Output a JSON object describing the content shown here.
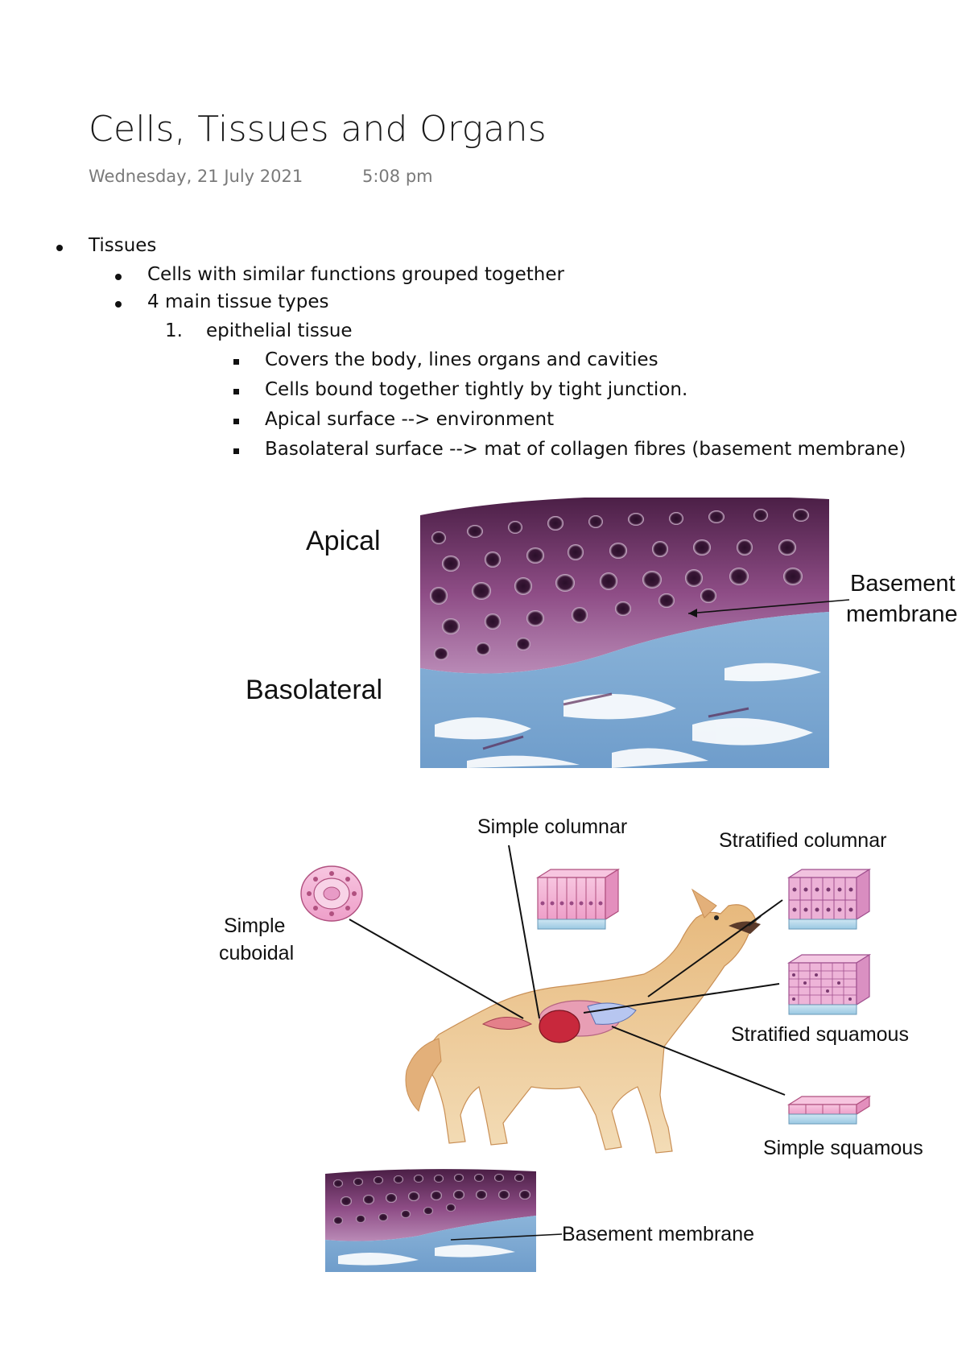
{
  "page": {
    "title": "Cells, Tissues and Organs",
    "date": "Wednesday, 21 July 2021",
    "time": "5:08 pm"
  },
  "notes": {
    "l1": "Tissues",
    "l2a": "Cells with similar functions grouped together",
    "l2b": "4 main tissue types",
    "l3_number": "1.",
    "l3": "epithelial tissue",
    "l4": [
      "Covers the body, lines organs and cavities",
      "Cells bound together tightly by tight junction.",
      "Apical surface --> environment",
      "Basolateral surface --> mat of collagen fibres (basement membrane)"
    ]
  },
  "figure1": {
    "apical": "Apical",
    "basolateral": "Basolateral",
    "basement_line1": "Basement",
    "basement_line2": "membrane"
  },
  "figure2": {
    "simple_columnar": "Simple columnar",
    "stratified_columnar": "Stratified columnar",
    "simple_cuboidal_line1": "Simple",
    "simple_cuboidal_line2": "cuboidal",
    "stratified_squamous": "Stratified squamous",
    "simple_squamous": "Simple squamous"
  },
  "figure3": {
    "basement_membrane": "Basement membrane"
  }
}
